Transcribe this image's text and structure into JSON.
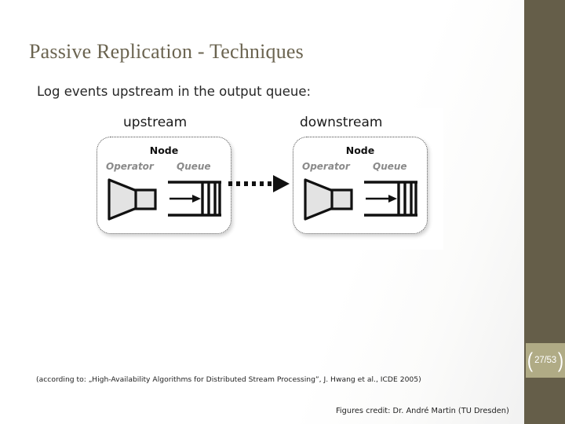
{
  "slide": {
    "title": "Passive Replication - Techniques",
    "subtitle": "Log events upstream in the output queue:",
    "citation": "(according to: „High-Availability Algorithms for Distributed Stream Processing”, J. Hwang et al., ICDE 2005)",
    "figures_credit": "Figures credit: Dr. André Martin (TU Dresden)",
    "page_indicator": "27/53",
    "bracket_left": "(",
    "bracket_right": ")",
    "colors": {
      "title": "#6B6450",
      "sidebar_bar": "#655E49",
      "page_badge": "#B0AB85",
      "page_text": "#FFFFFF",
      "body_text": "#262626",
      "part_label": "#8A8A8A"
    }
  },
  "figure": {
    "upstream": {
      "stream_label": "upstream",
      "node_title": "Node",
      "operator_label": "Operator",
      "queue_label": "Queue"
    },
    "downstream": {
      "stream_label": "downstream",
      "node_title": "Node",
      "operator_label": "Operator",
      "queue_label": "Queue"
    },
    "connector": {
      "style": "dotted-arrow",
      "direction": "upstream-to-downstream"
    }
  }
}
